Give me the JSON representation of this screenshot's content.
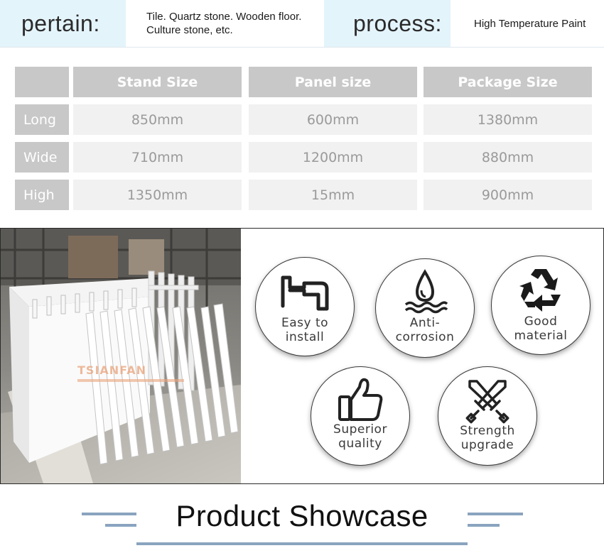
{
  "header": {
    "pertain_label": "pertain:",
    "pertain_value": "Tile. Quartz stone. Wooden floor. Culture stone, etc.",
    "process_label": "process:",
    "process_value": "High Temperature Paint"
  },
  "spec_table": {
    "columns": [
      "Stand Size",
      "Panel size",
      "Package Size"
    ],
    "rows": [
      {
        "label": "Long",
        "values": [
          "850mm",
          "600mm",
          "1380mm"
        ]
      },
      {
        "label": "Wide",
        "values": [
          "710mm",
          "1200mm",
          "880mm"
        ]
      },
      {
        "label": "High",
        "values": [
          "1350mm",
          "15mm",
          "900mm"
        ]
      }
    ]
  },
  "photo": {
    "watermark": "TSIANFAN"
  },
  "features": [
    {
      "icon": "faucet-icon",
      "line1": "Easy to",
      "line2": "install"
    },
    {
      "icon": "water-drop-icon",
      "line1": "Anti-",
      "line2": "corrosion"
    },
    {
      "icon": "recycle-icon",
      "line1": "Good",
      "line2": "material"
    },
    {
      "icon": "thumbs-up-icon",
      "line1": "Superior",
      "line2": "quality"
    },
    {
      "icon": "crossed-swords-icon",
      "line1": "Strength",
      "line2": "upgrade"
    }
  ],
  "showcase": {
    "title": "Product Showcase"
  },
  "colors": {
    "header_bg": "#e4f4fb",
    "table_header": "#c8c8c8",
    "table_cell": "#f1f1f1",
    "accent_bar": "#8aa4bf"
  }
}
